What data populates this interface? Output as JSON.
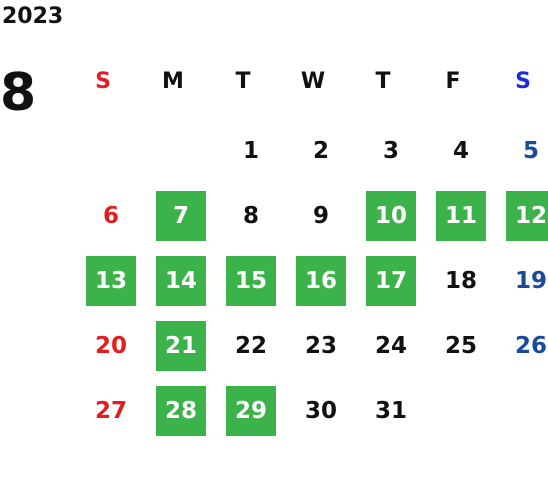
{
  "calendar": {
    "year": "2023",
    "month": "8",
    "weekdays": [
      {
        "label": "S",
        "color": "#e02020"
      },
      {
        "label": "M",
        "color": "#111111"
      },
      {
        "label": "T",
        "color": "#111111"
      },
      {
        "label": "W",
        "color": "#111111"
      },
      {
        "label": "T",
        "color": "#111111"
      },
      {
        "label": "F",
        "color": "#111111"
      },
      {
        "label": "S",
        "color": "#1a2fcf"
      }
    ],
    "colors": {
      "sunday": "#e02020",
      "saturday": "#1a4a9a",
      "weekday": "#111111",
      "highlight_bg": "#3cb34a",
      "highlight_text": "#ffffff"
    },
    "weeks": [
      [
        null,
        null,
        {
          "d": "1"
        },
        {
          "d": "2"
        },
        {
          "d": "3"
        },
        {
          "d": "4"
        },
        {
          "d": "5"
        }
      ],
      [
        {
          "d": "6"
        },
        {
          "d": "7",
          "hl": true
        },
        {
          "d": "8"
        },
        {
          "d": "9"
        },
        {
          "d": "10",
          "hl": true
        },
        {
          "d": "11",
          "hl": true
        },
        {
          "d": "12",
          "hl": true
        }
      ],
      [
        {
          "d": "13",
          "hl": true
        },
        {
          "d": "14",
          "hl": true
        },
        {
          "d": "15",
          "hl": true
        },
        {
          "d": "16",
          "hl": true
        },
        {
          "d": "17",
          "hl": true
        },
        {
          "d": "18"
        },
        {
          "d": "19"
        }
      ],
      [
        {
          "d": "20"
        },
        {
          "d": "21",
          "hl": true
        },
        {
          "d": "22"
        },
        {
          "d": "23"
        },
        {
          "d": "24"
        },
        {
          "d": "25"
        },
        {
          "d": "26"
        }
      ],
      [
        {
          "d": "27"
        },
        {
          "d": "28",
          "hl": true
        },
        {
          "d": "29",
          "hl": true
        },
        {
          "d": "30"
        },
        {
          "d": "31"
        },
        null,
        null
      ]
    ]
  }
}
